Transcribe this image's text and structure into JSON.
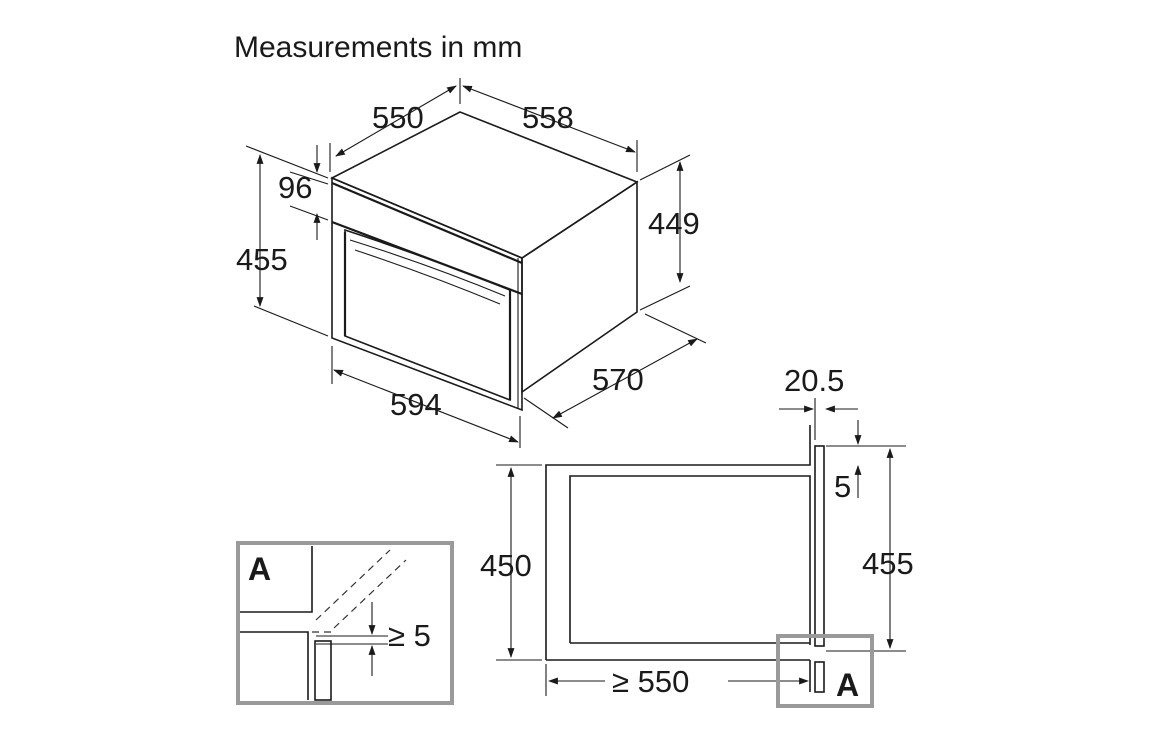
{
  "title": "Measurements in mm",
  "dimensions": {
    "depth_top": "550",
    "width_top": "558",
    "panel_height": "96",
    "front_height": "455",
    "body_height": "449",
    "front_width": "594",
    "body_depth": "570",
    "side_offset": "20.5",
    "side_gap": "5",
    "side_front_height": "455",
    "niche_height": "450",
    "niche_depth": "≥ 550",
    "detail_gap": "≥ 5"
  },
  "labels": {
    "detail_marker": "A",
    "detail_box_marker": "A"
  }
}
